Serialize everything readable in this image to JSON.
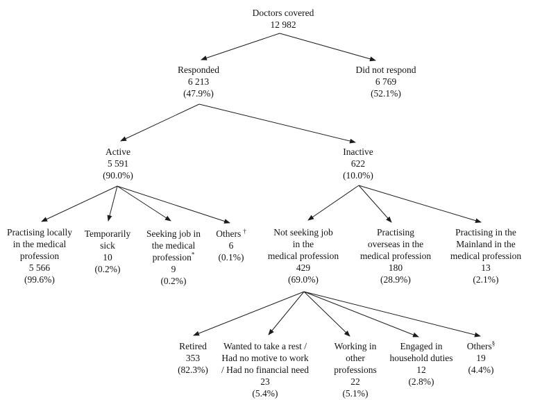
{
  "figure": {
    "type": "tree-flowchart",
    "root": "doctors_covered",
    "edges": [
      [
        "doctors_covered",
        "responded"
      ],
      [
        "doctors_covered",
        "did_not_respond"
      ],
      [
        "responded",
        "active"
      ],
      [
        "responded",
        "inactive"
      ],
      [
        "active",
        "practising_locally"
      ],
      [
        "active",
        "temporarily_sick"
      ],
      [
        "active",
        "seeking_job"
      ],
      [
        "active",
        "others_active"
      ],
      [
        "inactive",
        "not_seeking_job"
      ],
      [
        "inactive",
        "practising_overseas"
      ],
      [
        "inactive",
        "practising_mainland"
      ],
      [
        "not_seeking_job",
        "retired"
      ],
      [
        "not_seeking_job",
        "wanted_rest"
      ],
      [
        "not_seeking_job",
        "working_other"
      ],
      [
        "not_seeking_job",
        "engaged_household"
      ],
      [
        "not_seeking_job",
        "others_not_seeking"
      ]
    ]
  },
  "nodes": {
    "doctors_covered": {
      "lines": [
        "Doctors covered"
      ],
      "value": "12 982"
    },
    "responded": {
      "lines": [
        "Responded"
      ],
      "value": "6 213",
      "pct": "(47.9%)"
    },
    "did_not_respond": {
      "lines": [
        "Did not respond"
      ],
      "value": "6 769",
      "pct": "(52.1%)"
    },
    "active": {
      "lines": [
        "Active"
      ],
      "value": "5 591",
      "pct": "(90.0%)"
    },
    "inactive": {
      "lines": [
        "Inactive"
      ],
      "value": "622",
      "pct": "(10.0%)"
    },
    "practising_locally": {
      "lines": [
        "Practising locally",
        "in the medical",
        "profession"
      ],
      "value": "5 566",
      "pct": "(99.6%)"
    },
    "temporarily_sick": {
      "lines": [
        "Temporarily",
        "sick"
      ],
      "value": "10",
      "pct": "(0.2%)"
    },
    "seeking_job": {
      "lines": [
        "Seeking job in",
        "the medical",
        "profession"
      ],
      "sup": "*",
      "value": "9",
      "pct": "(0.2%)"
    },
    "others_active": {
      "lines": [
        "Others"
      ],
      "sup": "†",
      "value": "6",
      "pct": "(0.1%)"
    },
    "not_seeking_job": {
      "lines": [
        "Not seeking job",
        "in the",
        "medical profession"
      ],
      "value": "429",
      "pct": "(69.0%)"
    },
    "practising_overseas": {
      "lines": [
        "Practising",
        "overseas in the",
        "medical profession"
      ],
      "value": "180",
      "pct": "(28.9%)"
    },
    "practising_mainland": {
      "lines": [
        "Practising in the",
        "Mainland in the",
        "medical profession"
      ],
      "value": "13",
      "pct": "(2.1%)"
    },
    "retired": {
      "lines": [
        "Retired"
      ],
      "value": "353",
      "pct": "(82.3%)"
    },
    "wanted_rest": {
      "lines": [
        "Wanted to take a rest /",
        "Had no motive to work",
        "/ Had no financial need"
      ],
      "value": "23",
      "pct": "(5.4%)"
    },
    "working_other": {
      "lines": [
        "Working in",
        "other",
        "professions"
      ],
      "value": "22",
      "pct": "(5.1%)"
    },
    "engaged_household": {
      "lines": [
        "Engaged in",
        "household duties"
      ],
      "value": "12",
      "pct": "(2.8%)"
    },
    "others_not_seeking": {
      "lines": [
        "Others"
      ],
      "sup": "§",
      "value": "19",
      "pct": "(4.4%)"
    }
  }
}
